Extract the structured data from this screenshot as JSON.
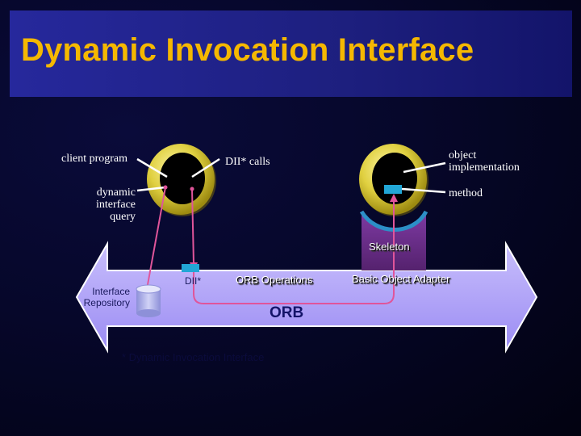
{
  "title": "Dynamic Invocation Interface",
  "labels": {
    "client_program": "client program",
    "dii_calls": "DII* calls",
    "object_implementation": "object implementation",
    "dynamic_interface_query": "dynamic interface query",
    "method": "method",
    "skeleton": "Skeleton",
    "interface_repository": "Interface Repository",
    "dii": "DII*",
    "orb_operations": "ORB Operations",
    "basic_object_adapter": "Basic Object Adapter",
    "orb": "ORB",
    "footnote": "* Dynamic Invocation Interface"
  },
  "colors": {
    "title": "#f5b800",
    "title_band": "#2224a0",
    "ring_gold": "#e0d040",
    "skeleton_purple": "#6a2f8a",
    "connector_magenta": "#e0559a",
    "orb_bar": "#b0a3ff",
    "orb_text": "#141469",
    "stub_cyan": "#22a7d6",
    "repository_lavender": "#aeb1e8"
  }
}
